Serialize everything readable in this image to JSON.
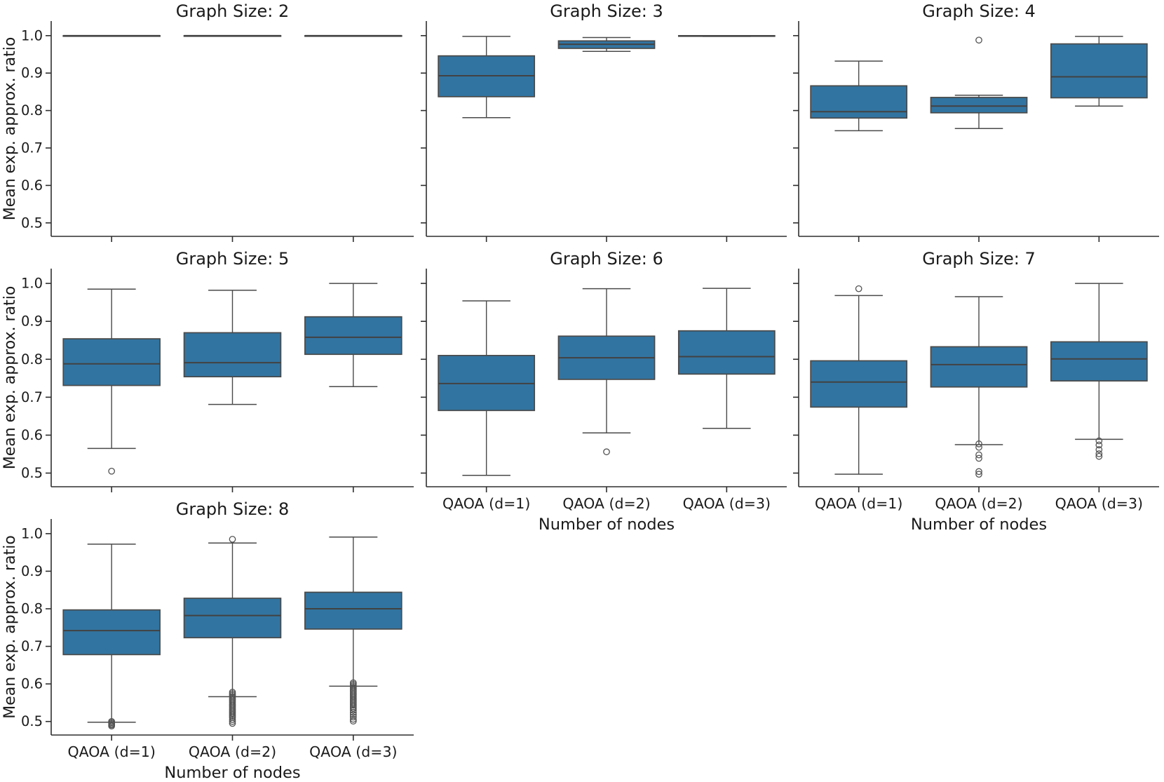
{
  "figure": {
    "ylabel": "Mean exp. approx. ratio",
    "xlabel": "Number of nodes",
    "categories": [
      "QAOA (d=1)",
      "QAOA (d=2)",
      "QAOA (d=3)"
    ],
    "y_ticks": [
      {
        "v": 1.0,
        "label": "1.0"
      },
      {
        "v": 0.9,
        "label": "0.9"
      },
      {
        "v": 0.8,
        "label": "0.8"
      },
      {
        "v": 0.7,
        "label": "0.7"
      },
      {
        "v": 0.6,
        "label": "0.6"
      },
      {
        "v": 0.5,
        "label": "0.5"
      }
    ],
    "ylim": [
      0.464,
      1.039
    ],
    "colors": {
      "box_fill": "#3274a1",
      "box_edge": "#4a4a4a",
      "median": "#424242",
      "whisker": "#4a4a4a",
      "flier": "#525252",
      "spine": "#2e2e2e",
      "text": "#1a1a1a",
      "background": "#ffffff"
    }
  },
  "chart_data": [
    {
      "id": "graph-size-2",
      "type": "boxplot",
      "title": "Graph Size: 2",
      "row": 0,
      "col": 0,
      "show_ylabel": true,
      "show_ytick_labels": true,
      "show_xtick_labels": false,
      "show_xlabel": false,
      "boxes": [
        {
          "whislo": 1.0,
          "q1": 1.0,
          "med": 1.0,
          "q3": 1.0,
          "whishi": 1.0,
          "fliers": []
        },
        {
          "whislo": 1.0,
          "q1": 1.0,
          "med": 1.0,
          "q3": 1.0,
          "whishi": 1.0,
          "fliers": []
        },
        {
          "whislo": 1.0,
          "q1": 1.0,
          "med": 1.0,
          "q3": 1.0,
          "whishi": 1.0,
          "fliers": []
        }
      ]
    },
    {
      "id": "graph-size-3",
      "type": "boxplot",
      "title": "Graph Size: 3",
      "row": 0,
      "col": 1,
      "show_ylabel": false,
      "show_ytick_labels": false,
      "show_xtick_labels": false,
      "show_xlabel": false,
      "boxes": [
        {
          "whislo": 0.781,
          "q1": 0.837,
          "med": 0.893,
          "q3": 0.946,
          "whishi": 0.998,
          "fliers": []
        },
        {
          "whislo": 0.958,
          "q1": 0.966,
          "med": 0.977,
          "q3": 0.986,
          "whishi": 0.995,
          "fliers": []
        },
        {
          "whislo": 0.998,
          "q1": 0.9985,
          "med": 0.9993,
          "q3": 1.0,
          "whishi": 1.0,
          "fliers": []
        }
      ]
    },
    {
      "id": "graph-size-4",
      "type": "boxplot",
      "title": "Graph Size: 4",
      "row": 0,
      "col": 2,
      "show_ylabel": false,
      "show_ytick_labels": false,
      "show_xtick_labels": false,
      "show_xlabel": false,
      "boxes": [
        {
          "whislo": 0.746,
          "q1": 0.78,
          "med": 0.797,
          "q3": 0.866,
          "whishi": 0.932,
          "fliers": []
        },
        {
          "whislo": 0.752,
          "q1": 0.794,
          "med": 0.812,
          "q3": 0.835,
          "whishi": 0.841,
          "fliers": [
            0.988
          ]
        },
        {
          "whislo": 0.812,
          "q1": 0.834,
          "med": 0.89,
          "q3": 0.978,
          "whishi": 0.998,
          "fliers": []
        }
      ]
    },
    {
      "id": "graph-size-5",
      "type": "boxplot",
      "title": "Graph Size: 5",
      "row": 1,
      "col": 0,
      "show_ylabel": true,
      "show_ytick_labels": true,
      "show_xtick_labels": false,
      "show_xlabel": false,
      "boxes": [
        {
          "whislo": 0.565,
          "q1": 0.731,
          "med": 0.788,
          "q3": 0.854,
          "whishi": 0.985,
          "fliers": [
            0.505
          ]
        },
        {
          "whislo": 0.681,
          "q1": 0.754,
          "med": 0.791,
          "q3": 0.87,
          "whishi": 0.982,
          "fliers": []
        },
        {
          "whislo": 0.728,
          "q1": 0.813,
          "med": 0.858,
          "q3": 0.912,
          "whishi": 1.0,
          "fliers": []
        }
      ]
    },
    {
      "id": "graph-size-6",
      "type": "boxplot",
      "title": "Graph Size: 6",
      "row": 1,
      "col": 1,
      "show_ylabel": false,
      "show_ytick_labels": false,
      "show_xtick_labels": true,
      "show_xlabel": true,
      "boxes": [
        {
          "whislo": 0.494,
          "q1": 0.665,
          "med": 0.736,
          "q3": 0.81,
          "whishi": 0.954,
          "fliers": []
        },
        {
          "whislo": 0.606,
          "q1": 0.747,
          "med": 0.804,
          "q3": 0.861,
          "whishi": 0.986,
          "fliers": [
            0.556
          ]
        },
        {
          "whislo": 0.618,
          "q1": 0.761,
          "med": 0.807,
          "q3": 0.875,
          "whishi": 0.987,
          "fliers": []
        }
      ]
    },
    {
      "id": "graph-size-7",
      "type": "boxplot",
      "title": "Graph Size: 7",
      "row": 1,
      "col": 2,
      "show_ylabel": false,
      "show_ytick_labels": false,
      "show_xtick_labels": true,
      "show_xlabel": true,
      "boxes": [
        {
          "whislo": 0.497,
          "q1": 0.674,
          "med": 0.74,
          "q3": 0.796,
          "whishi": 0.968,
          "fliers": [
            0.986
          ]
        },
        {
          "whislo": 0.575,
          "q1": 0.727,
          "med": 0.786,
          "q3": 0.833,
          "whishi": 0.965,
          "fliers": [
            0.577,
            0.568,
            0.548,
            0.539,
            0.504,
            0.497
          ]
        },
        {
          "whislo": 0.589,
          "q1": 0.743,
          "med": 0.801,
          "q3": 0.846,
          "whishi": 1.0,
          "fliers": [
            0.585,
            0.574,
            0.562,
            0.551,
            0.544
          ]
        }
      ]
    },
    {
      "id": "graph-size-8",
      "type": "boxplot",
      "title": "Graph Size: 8",
      "row": 2,
      "col": 0,
      "show_ylabel": true,
      "show_ytick_labels": true,
      "show_xtick_labels": true,
      "show_xlabel": true,
      "boxes": [
        {
          "whislo": 0.498,
          "q1": 0.678,
          "med": 0.742,
          "q3": 0.797,
          "whishi": 0.972,
          "fliers": [
            0.5,
            0.497,
            0.494,
            0.491,
            0.488
          ]
        },
        {
          "whislo": 0.566,
          "q1": 0.723,
          "med": 0.782,
          "q3": 0.828,
          "whishi": 0.975,
          "fliers": [
            0.985,
            0.578,
            0.574,
            0.57,
            0.566,
            0.562,
            0.558,
            0.554,
            0.55,
            0.546,
            0.542,
            0.538,
            0.534,
            0.53,
            0.526,
            0.522,
            0.518,
            0.514,
            0.51,
            0.505,
            0.5,
            0.495
          ]
        },
        {
          "whislo": 0.594,
          "q1": 0.746,
          "med": 0.8,
          "q3": 0.844,
          "whishi": 0.991,
          "fliers": [
            0.603,
            0.599,
            0.595,
            0.591,
            0.587,
            0.583,
            0.579,
            0.575,
            0.571,
            0.567,
            0.563,
            0.559,
            0.555,
            0.551,
            0.547,
            0.543,
            0.539,
            0.535,
            0.53,
            0.524,
            0.518,
            0.512,
            0.506,
            0.501
          ]
        }
      ]
    }
  ]
}
